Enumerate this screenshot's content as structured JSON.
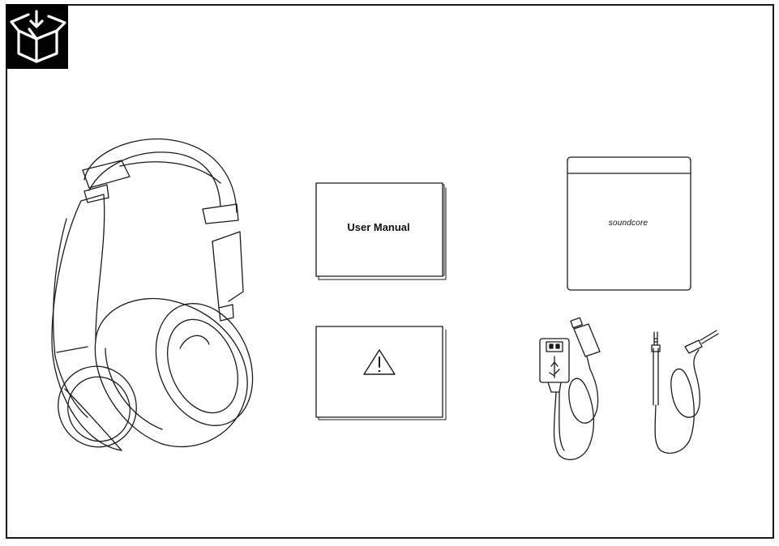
{
  "page": {
    "header_icon": "unbox-package-icon",
    "items": [
      {
        "id": "headphones",
        "icon": "headphones-icon"
      },
      {
        "id": "user-manual",
        "title": "User Manual"
      },
      {
        "id": "safety-card",
        "icon": "warning-triangle-icon",
        "symbol": "!"
      },
      {
        "id": "travel-pouch",
        "brand": "soundcore"
      },
      {
        "id": "usb-cable",
        "icon": "usb-cable-icon",
        "connector_symbol": "⭍"
      },
      {
        "id": "audio-cable",
        "icon": "audio-cable-icon"
      }
    ]
  },
  "colors": {
    "line": "#1a1a1a",
    "background": "#ffffff",
    "icon_tile": "#000000"
  }
}
